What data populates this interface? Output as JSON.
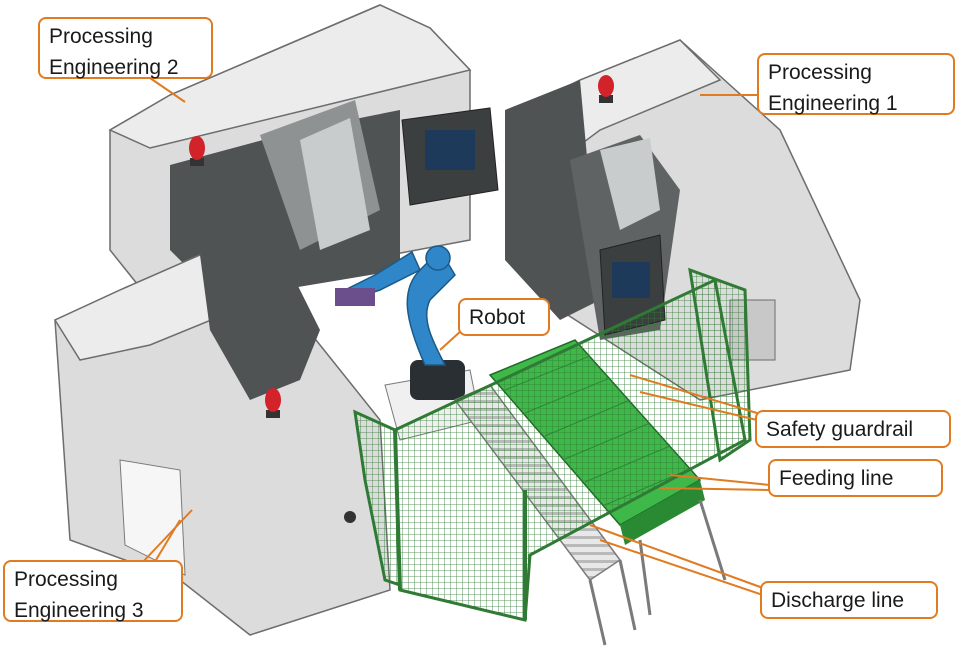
{
  "colors": {
    "callout_border": "#e07b22",
    "leader_line": "#e07b22",
    "machine_body": "#dcdcdc",
    "machine_shadow": "#4f5354",
    "guardrail_green": "#2f7a34",
    "conveyor_green": "#3fb84a",
    "robot_blue": "#2f86c8",
    "beacon_red": "#d2222a"
  },
  "icons": [
    "beacon-light-icon",
    "control-panel-icon",
    "robot-arm-icon",
    "mesh-fence-icon",
    "roller-conveyor-icon"
  ],
  "labels": {
    "processing_2": [
      "Processing",
      "Engineering 2"
    ],
    "processing_1": [
      "Processing",
      "Engineering 1"
    ],
    "processing_3": [
      "Processing",
      "Engineering 3"
    ],
    "robot": "Robot",
    "safety_guardrail": "Safety guardrail",
    "feeding_line": "Feeding line",
    "discharge_line": "Discharge line"
  }
}
